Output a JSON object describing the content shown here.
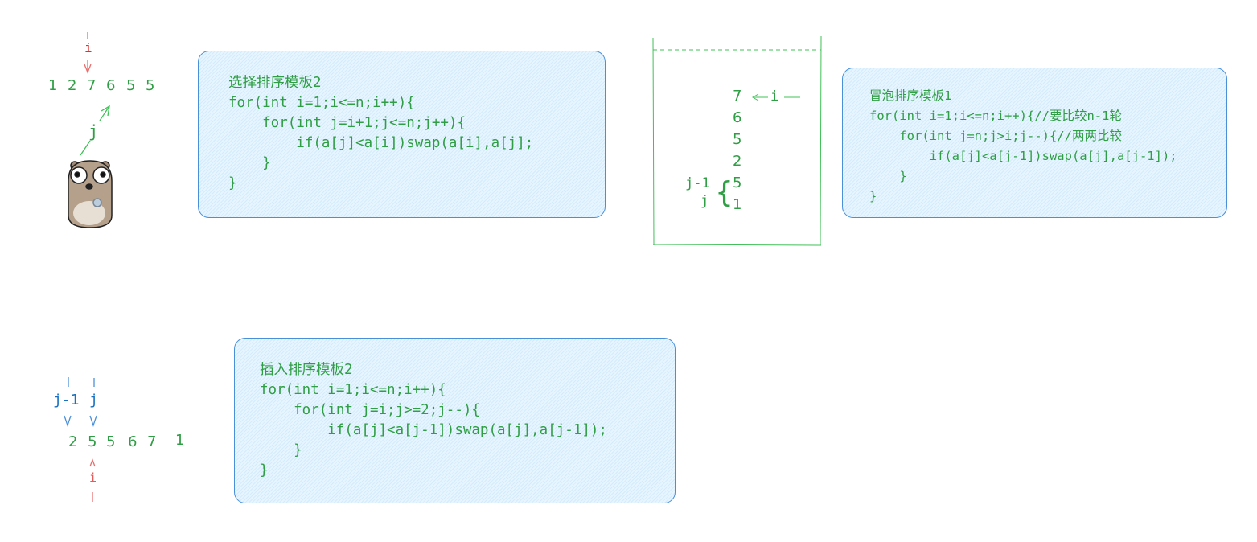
{
  "selection": {
    "array": [
      "1",
      "2",
      "7",
      "6",
      "5",
      "5"
    ],
    "i_label": "i",
    "j_label": "j",
    "code": {
      "title": "选择排序模板2",
      "lines": [
        "for(int i=1;i<=n;i++){",
        "    for(int j=i+1;j<=n;j++){",
        "        if(a[j]<a[i])swap(a[i],a[j];",
        "    }",
        "}"
      ]
    }
  },
  "bubble": {
    "stack": [
      "7",
      "6",
      "5",
      "2",
      "5",
      "1"
    ],
    "i_label": "i",
    "j_minus_1_label": "j-1",
    "j_label": "j",
    "code": {
      "title": "冒泡排序模板1",
      "lines": [
        "for(int i=1;i<=n;i++){//要比较n-1轮",
        "    for(int j=n;j>i;j--){//两两比较",
        "        if(a[j]<a[j-1])swap(a[j],a[j-1]);",
        "    }",
        "}"
      ]
    }
  },
  "insertion": {
    "array": [
      "2",
      "5",
      "5",
      "6",
      "7",
      "1"
    ],
    "i_label": "i",
    "j_minus_1_label": "j-1",
    "j_label": "j",
    "code": {
      "title": "插入排序模板2",
      "lines": [
        "for(int i=1;i<=n;i++){",
        "    for(int j=i;j>=2;j--){",
        "        if(a[j]<a[j-1])swap(a[j],a[j-1]);",
        "    }",
        "}"
      ]
    }
  },
  "colors": {
    "green": "#2f9e44",
    "blue": "#1971c2",
    "red": "#e03131",
    "fill": "#e7f5ff"
  }
}
